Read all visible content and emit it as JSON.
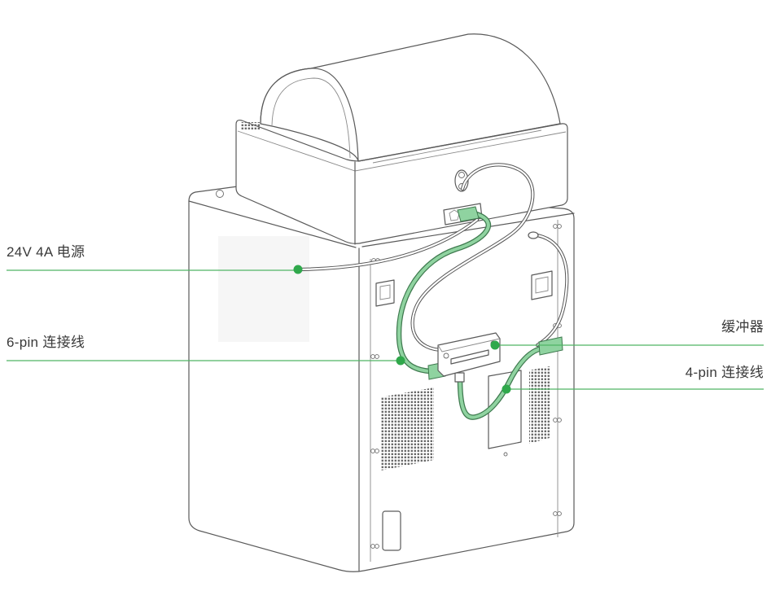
{
  "callouts": {
    "power": "24V 4A 电源",
    "six_pin": "6-pin 连接线",
    "buffer": "缓冲器",
    "four_pin": "4-pin 连接线"
  },
  "colors": {
    "accent": "#2fa84b",
    "callout_line": "#4fb565",
    "cable_green": "#8fd3a0",
    "outline": "#5a5a5a",
    "label_text": "#3a3a3a"
  }
}
